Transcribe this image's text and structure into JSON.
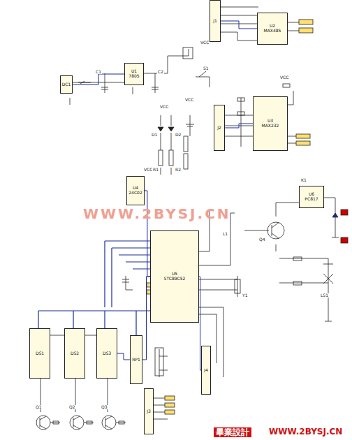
{
  "diagram": {
    "nodes": [
      {
        "text": [
          "DC1"
        ]
      },
      {
        "text": [
          "U1",
          "7805"
        ]
      },
      {
        "text": [
          "U2",
          "MAX485"
        ]
      },
      {
        "text": [
          "J1"
        ]
      },
      {
        "text": [
          "U3",
          "MAX232"
        ]
      },
      {
        "text": [
          "J2"
        ]
      },
      {
        "text": [
          "U4",
          "24C02"
        ]
      },
      {
        "text": [
          "U5",
          "STC89C52"
        ]
      },
      {
        "text": [
          "U6",
          "PC817"
        ]
      },
      {
        "text": [
          "DS1"
        ]
      },
      {
        "text": [
          "DS2"
        ]
      },
      {
        "text": [
          "DS3"
        ]
      },
      {
        "text": [
          "RP1"
        ]
      },
      {
        "text": [
          "J3"
        ]
      },
      {
        "text": [
          "J4"
        ]
      }
    ],
    "edges": [
      {
        "from": 0,
        "to": 1,
        "arrow": "none"
      },
      {
        "from": 3,
        "to": 2,
        "arrow": "none"
      },
      {
        "from": 5,
        "to": 4,
        "arrow": "none"
      },
      {
        "from": 6,
        "to": 7,
        "arrow": "none"
      },
      {
        "from": 12,
        "to": 7,
        "arrow": "none"
      },
      {
        "from": 7,
        "to": 14,
        "arrow": "none"
      },
      {
        "from": 11,
        "to": 12,
        "arrow": "none"
      }
    ],
    "labels": [
      "WWW.2BYSJ.CN",
      "畢業設計",
      "WWW.2BYSJ.CN",
      "VCC",
      "VCC",
      "VCC",
      "VCC",
      "VCC",
      "S1",
      "D1",
      "D2",
      "R1",
      "R2",
      "C1",
      "C2",
      "Q1",
      "Q2",
      "Q3",
      "Q4",
      "Y1",
      "L1",
      "LS1",
      "K1"
    ]
  }
}
